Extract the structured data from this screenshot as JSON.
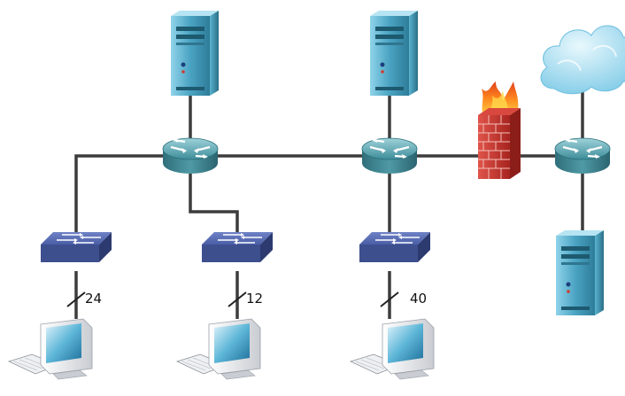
{
  "diagram": {
    "type": "network-topology",
    "colors": {
      "link": "#3c3c3c",
      "router": "#3f8f9a",
      "switch": "#3f4f8a",
      "server": "#3c8da8",
      "firewall": "#c8312a",
      "cloud": "#8ed3ec"
    },
    "nodes": {
      "servers": [
        {
          "id": "server-1",
          "icon": "server-icon"
        },
        {
          "id": "server-2",
          "icon": "server-icon"
        },
        {
          "id": "server-3",
          "icon": "server-icon"
        }
      ],
      "routers": [
        {
          "id": "router-1",
          "icon": "router-icon"
        },
        {
          "id": "router-2",
          "icon": "router-icon"
        },
        {
          "id": "router-3",
          "icon": "router-icon"
        }
      ],
      "switches": [
        {
          "id": "switch-1",
          "icon": "switch-icon"
        },
        {
          "id": "switch-2",
          "icon": "switch-icon"
        },
        {
          "id": "switch-3",
          "icon": "switch-icon"
        }
      ],
      "workstation_groups": [
        {
          "id": "group-1",
          "icon": "workstation-icon",
          "count": "24"
        },
        {
          "id": "group-2",
          "icon": "workstation-icon",
          "count": "12"
        },
        {
          "id": "group-3",
          "icon": "workstation-icon",
          "count": "40"
        }
      ],
      "firewall": {
        "id": "firewall",
        "icon": "firewall-icon"
      },
      "cloud": {
        "id": "internet-cloud",
        "icon": "cloud-icon"
      }
    },
    "links": [
      [
        "server-1",
        "router-1"
      ],
      [
        "server-2",
        "router-2"
      ],
      [
        "router-1",
        "router-2"
      ],
      [
        "router-2",
        "firewall"
      ],
      [
        "firewall",
        "router-3"
      ],
      [
        "router-3",
        "internet-cloud"
      ],
      [
        "router-3",
        "server-3"
      ],
      [
        "router-1",
        "switch-1"
      ],
      [
        "router-1",
        "switch-2"
      ],
      [
        "router-2",
        "switch-3"
      ],
      [
        "switch-1",
        "group-1"
      ],
      [
        "switch-2",
        "group-2"
      ],
      [
        "switch-3",
        "group-3"
      ]
    ]
  }
}
